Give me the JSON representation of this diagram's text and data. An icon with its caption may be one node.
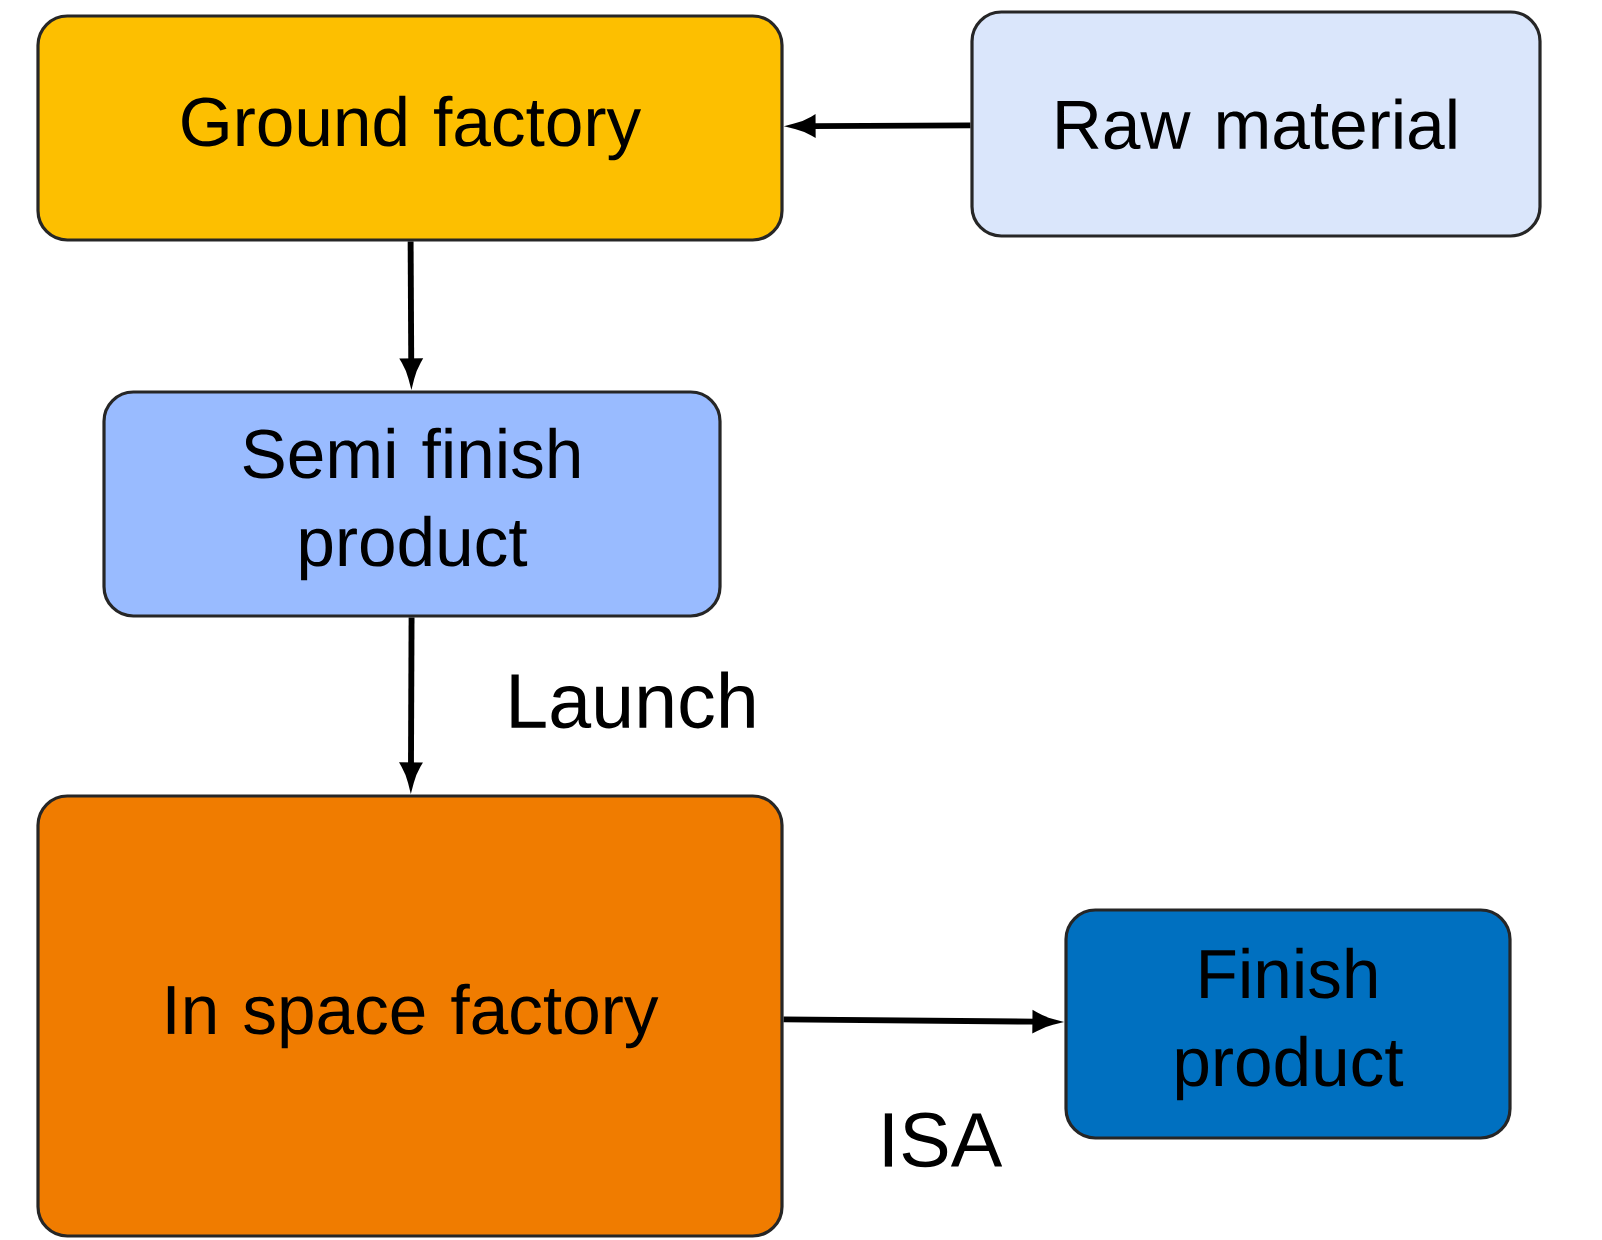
{
  "diagram": {
    "nodes": [
      {
        "text": [
          "Ground factory"
        ]
      },
      {
        "text": [
          "Raw material"
        ]
      },
      {
        "text": [
          "Semi finish product"
        ]
      },
      {
        "text": [
          "In space factory"
        ]
      },
      {
        "text": [
          "Finish product"
        ]
      }
    ],
    "edges": [
      {
        "from": 1,
        "to": 0,
        "arrow": "to"
      },
      {
        "from": 0,
        "to": 2,
        "arrow": "to"
      },
      {
        "from": 2,
        "to": 3,
        "arrow": "to",
        "label": "Launch"
      },
      {
        "from": 3,
        "to": 4,
        "arrow": "to",
        "label": "ISA"
      }
    ]
  }
}
